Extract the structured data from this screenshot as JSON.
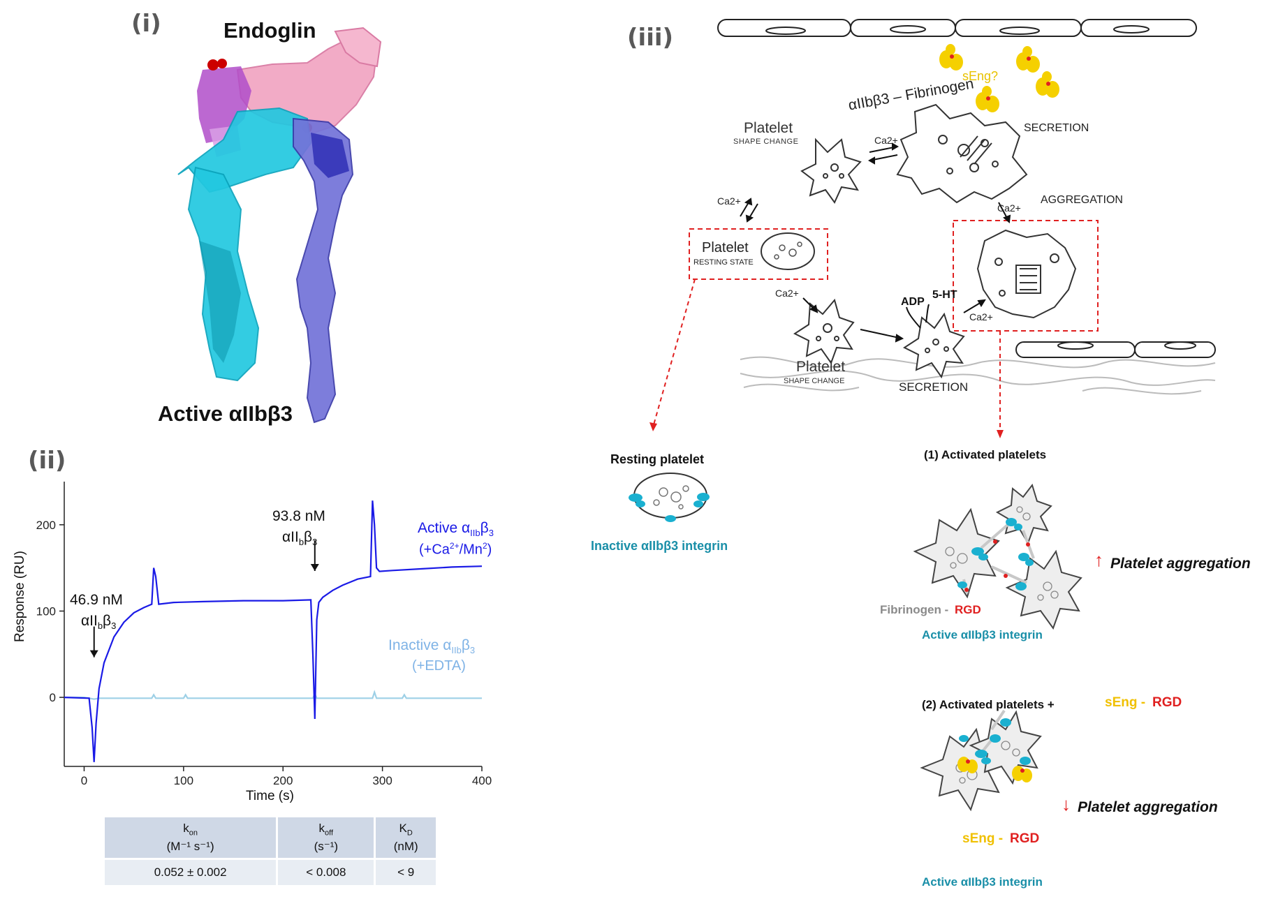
{
  "panels": {
    "i": "(i)",
    "ii": "(ii)",
    "iii": "(iii)"
  },
  "structure": {
    "endoglin_label": "Endoglin",
    "integrin_label": "Active αIIbβ3"
  },
  "chart_data": {
    "type": "line",
    "xlabel": "Time (s)",
    "ylabel": "Response (RU)",
    "xlim": [
      -20,
      400
    ],
    "ylim": [
      -80,
      250
    ],
    "x_ticks": [
      0,
      100,
      200,
      300,
      400
    ],
    "y_ticks": [
      0,
      100,
      200
    ],
    "series": [
      {
        "name": "Active αIIbβ3 (+Ca2+/Mn2)",
        "color": "#1a1ae6",
        "x": [
          -20,
          5,
          8,
          10,
          12,
          15,
          20,
          30,
          40,
          50,
          60,
          68,
          70,
          72,
          75,
          90,
          120,
          160,
          200,
          228,
          230,
          232,
          234,
          236,
          240,
          250,
          260,
          275,
          288,
          290,
          292,
          294,
          297,
          310,
          340,
          370,
          400
        ],
        "y": [
          0,
          -1,
          -35,
          -75,
          -30,
          10,
          40,
          70,
          87,
          98,
          104,
          108,
          150,
          140,
          108,
          110,
          111,
          112,
          112,
          113,
          50,
          -25,
          90,
          110,
          116,
          124,
          130,
          137,
          140,
          228,
          200,
          150,
          146,
          147,
          149,
          151,
          152
        ]
      },
      {
        "name": "Inactive αIIbβ3 (+EDTA)",
        "color": "#9dd0e6",
        "x": [
          -20,
          0,
          10,
          15,
          60,
          68,
          70,
          72,
          100,
          102,
          104,
          200,
          230,
          232,
          234,
          290,
          292,
          294,
          320,
          322,
          324,
          400
        ],
        "y": [
          0,
          0,
          -2,
          -1,
          -1,
          -1,
          3,
          -1,
          -1,
          3,
          -1,
          -1,
          -1,
          4,
          -1,
          -1,
          6,
          -1,
          -1,
          3,
          -1,
          -1
        ]
      }
    ],
    "annotations": {
      "first_conc": "46.9 nM",
      "first_analyte": "αIIbβ3",
      "second_conc": "93.8 nM",
      "second_analyte": "αIIbβ3",
      "active_label": "Active αIIbβ3",
      "active_cond": "(+Ca2+/Mn2)",
      "inactive_label": "Inactive αIIbβ3",
      "inactive_cond": "(+EDTA)"
    }
  },
  "kinetics": {
    "headers": [
      {
        "sym": "k",
        "sub": "on",
        "unit": "(M⁻¹ s⁻¹)"
      },
      {
        "sym": "k",
        "sub": "off",
        "unit": "(s⁻¹)"
      },
      {
        "sym": "K",
        "sub": "D",
        "unit": "(nM)"
      }
    ],
    "values": [
      "0.052 ± 0.002",
      "< 0.008",
      "< 9"
    ]
  },
  "diagram": {
    "platelet_shape_change_top": "Platelet",
    "shape_change_top_sub": "SHAPE CHANGE",
    "integrin_fibrinogen": "αIIbβ3 – Fibrinogen",
    "seng_q": "sEng?",
    "secretion_top": "SECRETION",
    "aggregation": "AGGREGATION",
    "ca_1": "Ca2+",
    "ca_2": "Ca2+",
    "ca_3": "Ca2+",
    "ca_4": "Ca2+",
    "ca_5": "Ca2+",
    "platelet_resting": "Platelet",
    "resting_state": "RESTING STATE",
    "adp": "ADP",
    "ht": "5-HT",
    "platelet_shape_change_bottom": "Platelet",
    "shape_change_bottom_sub": "SHAPE CHANGE",
    "secretion_bottom": "SECRETION",
    "resting_platelet_title": "Resting  platelet",
    "inactive_integrin": "Inactive αIIbβ3 integrin",
    "activated_1_title": "(1) Activated platelets",
    "up_aggregation": "Platelet  aggregation",
    "fibrinogen": "Fibrinogen -",
    "rgd_1": "RGD",
    "active_integrin_1": "Active αIIbβ3  integrin",
    "activated_2_title": "(2) Activated platelets  +",
    "seng_1": "sEng -",
    "rgd_2": "RGD",
    "down_aggregation": "Platelet aggregation",
    "seng_2": "sEng -",
    "rgd_3": "RGD",
    "active_integrin_2": "Active αIIbβ3  integrin",
    "up_arrow": "↑",
    "down_arrow": "↓"
  },
  "colors": {
    "teal": "#1a8fa8",
    "red": "#e02020",
    "yellow": "#f0c000",
    "grey_text": "#8a8a8a",
    "active_series": "#1a1ae6",
    "inactive_series": "#7fb3e6"
  }
}
